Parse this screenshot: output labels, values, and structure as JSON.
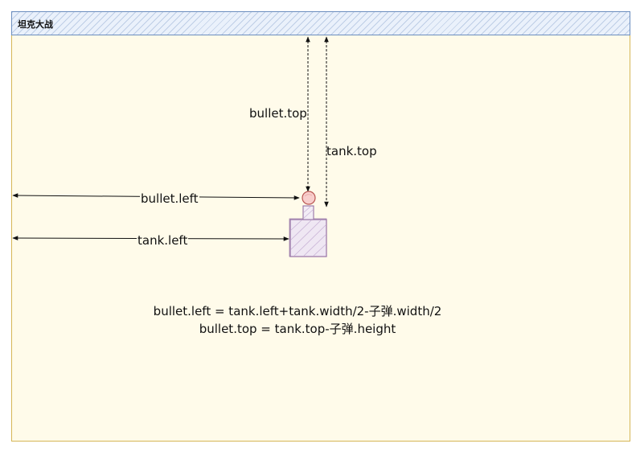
{
  "window": {
    "title": "坦克大战"
  },
  "labels": {
    "bullet_top": "bullet.top",
    "tank_top": "tank.top",
    "bullet_left": "bullet.left",
    "tank_left": "tank.left"
  },
  "formulas": [
    "bullet.left = tank.left+tank.width/2-子弹.width/2",
    "bullet.top = tank.top-子弹.height"
  ],
  "colors": {
    "frame_border": "#d6b656",
    "frame_fill": "#fffbea",
    "titlebar_border": "#6c8ebf",
    "bullet_stroke": "#b85450",
    "tank_stroke": "#9673a6",
    "tank_fill": "#e1d5e7"
  }
}
